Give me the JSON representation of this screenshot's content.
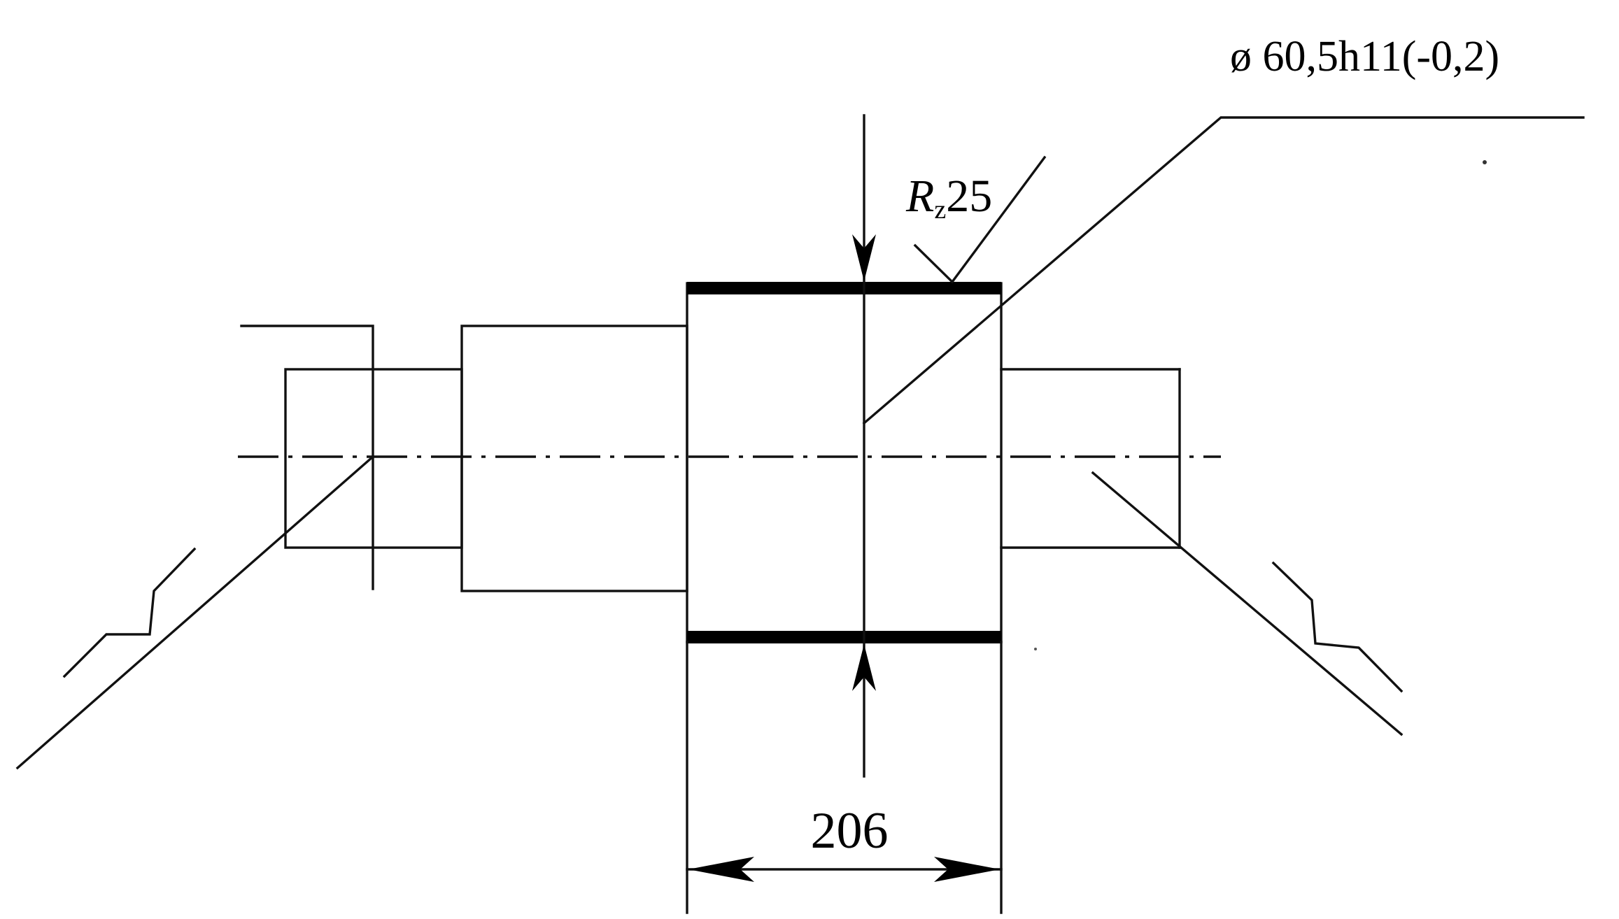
{
  "annotations": {
    "diameter_tolerance": "ø 60,5h11(-0,2)",
    "roughness_symbol": "R",
    "roughness_subscript": "z",
    "roughness_value": "25",
    "length_dimension": "206"
  }
}
